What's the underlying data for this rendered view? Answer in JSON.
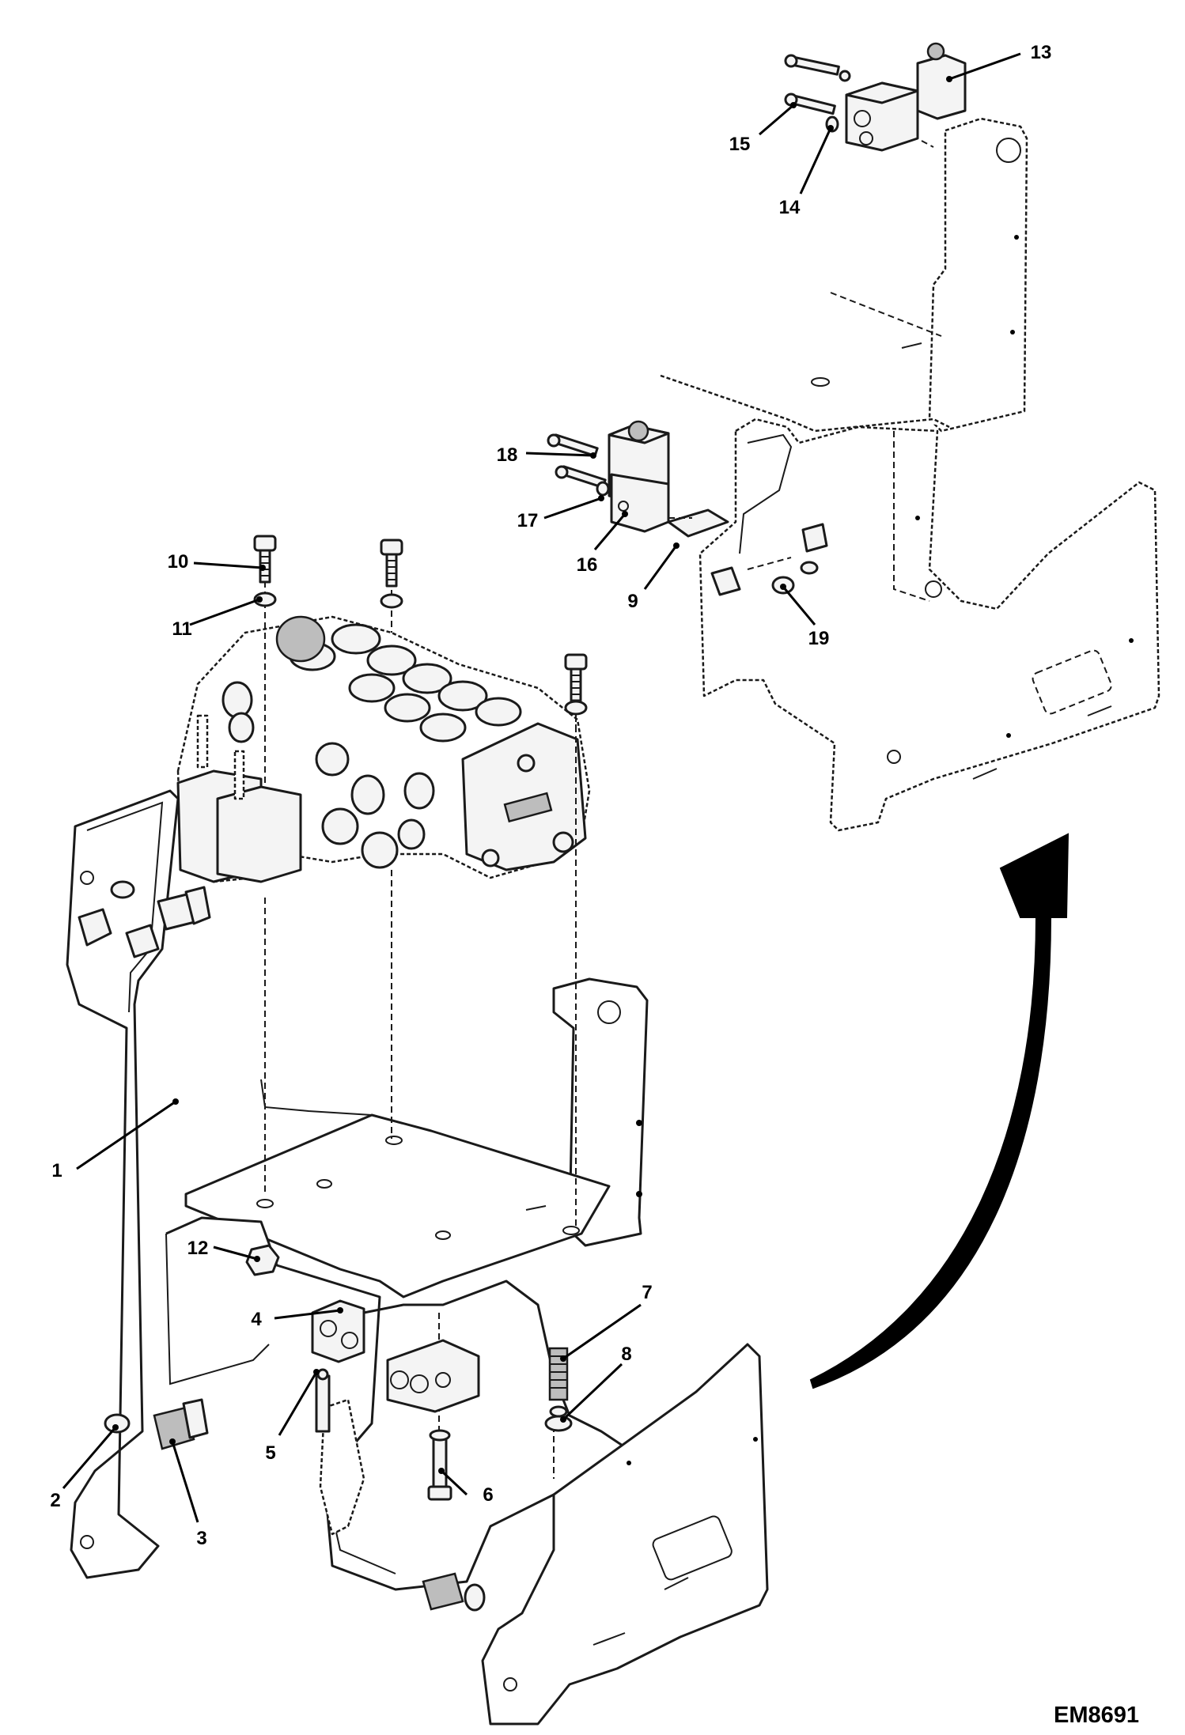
{
  "figure": {
    "reference_code": "EM8691"
  },
  "callouts": {
    "c1": "1",
    "c2": "2",
    "c3": "3",
    "c4": "4",
    "c5": "5",
    "c6": "6",
    "c7": "7",
    "c8": "8",
    "c9": "9",
    "c10": "10",
    "c11": "11",
    "c12": "12",
    "c13": "13",
    "c14": "14",
    "c15": "15",
    "c16": "16",
    "c17": "17",
    "c18": "18",
    "c19": "19"
  }
}
